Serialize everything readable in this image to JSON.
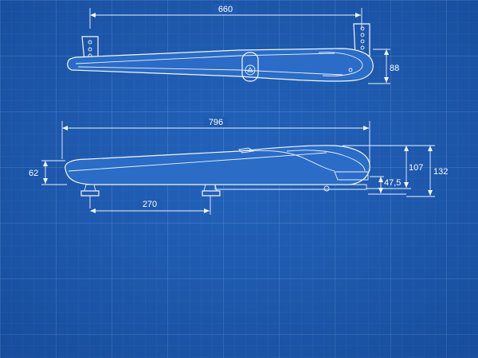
{
  "colors": {
    "background": "#1f5bb0",
    "grid_minor": "#3d78c9",
    "grid_major": "#6c9cdc",
    "line": "#f4f8ff"
  },
  "dimensions": {
    "top_length": "660",
    "top_height": "88",
    "side_length": "796",
    "side_height_left": "62",
    "side_height_107": "107",
    "side_height_132": "132",
    "side_offset": "47,5",
    "bracket_spacing": "270"
  }
}
